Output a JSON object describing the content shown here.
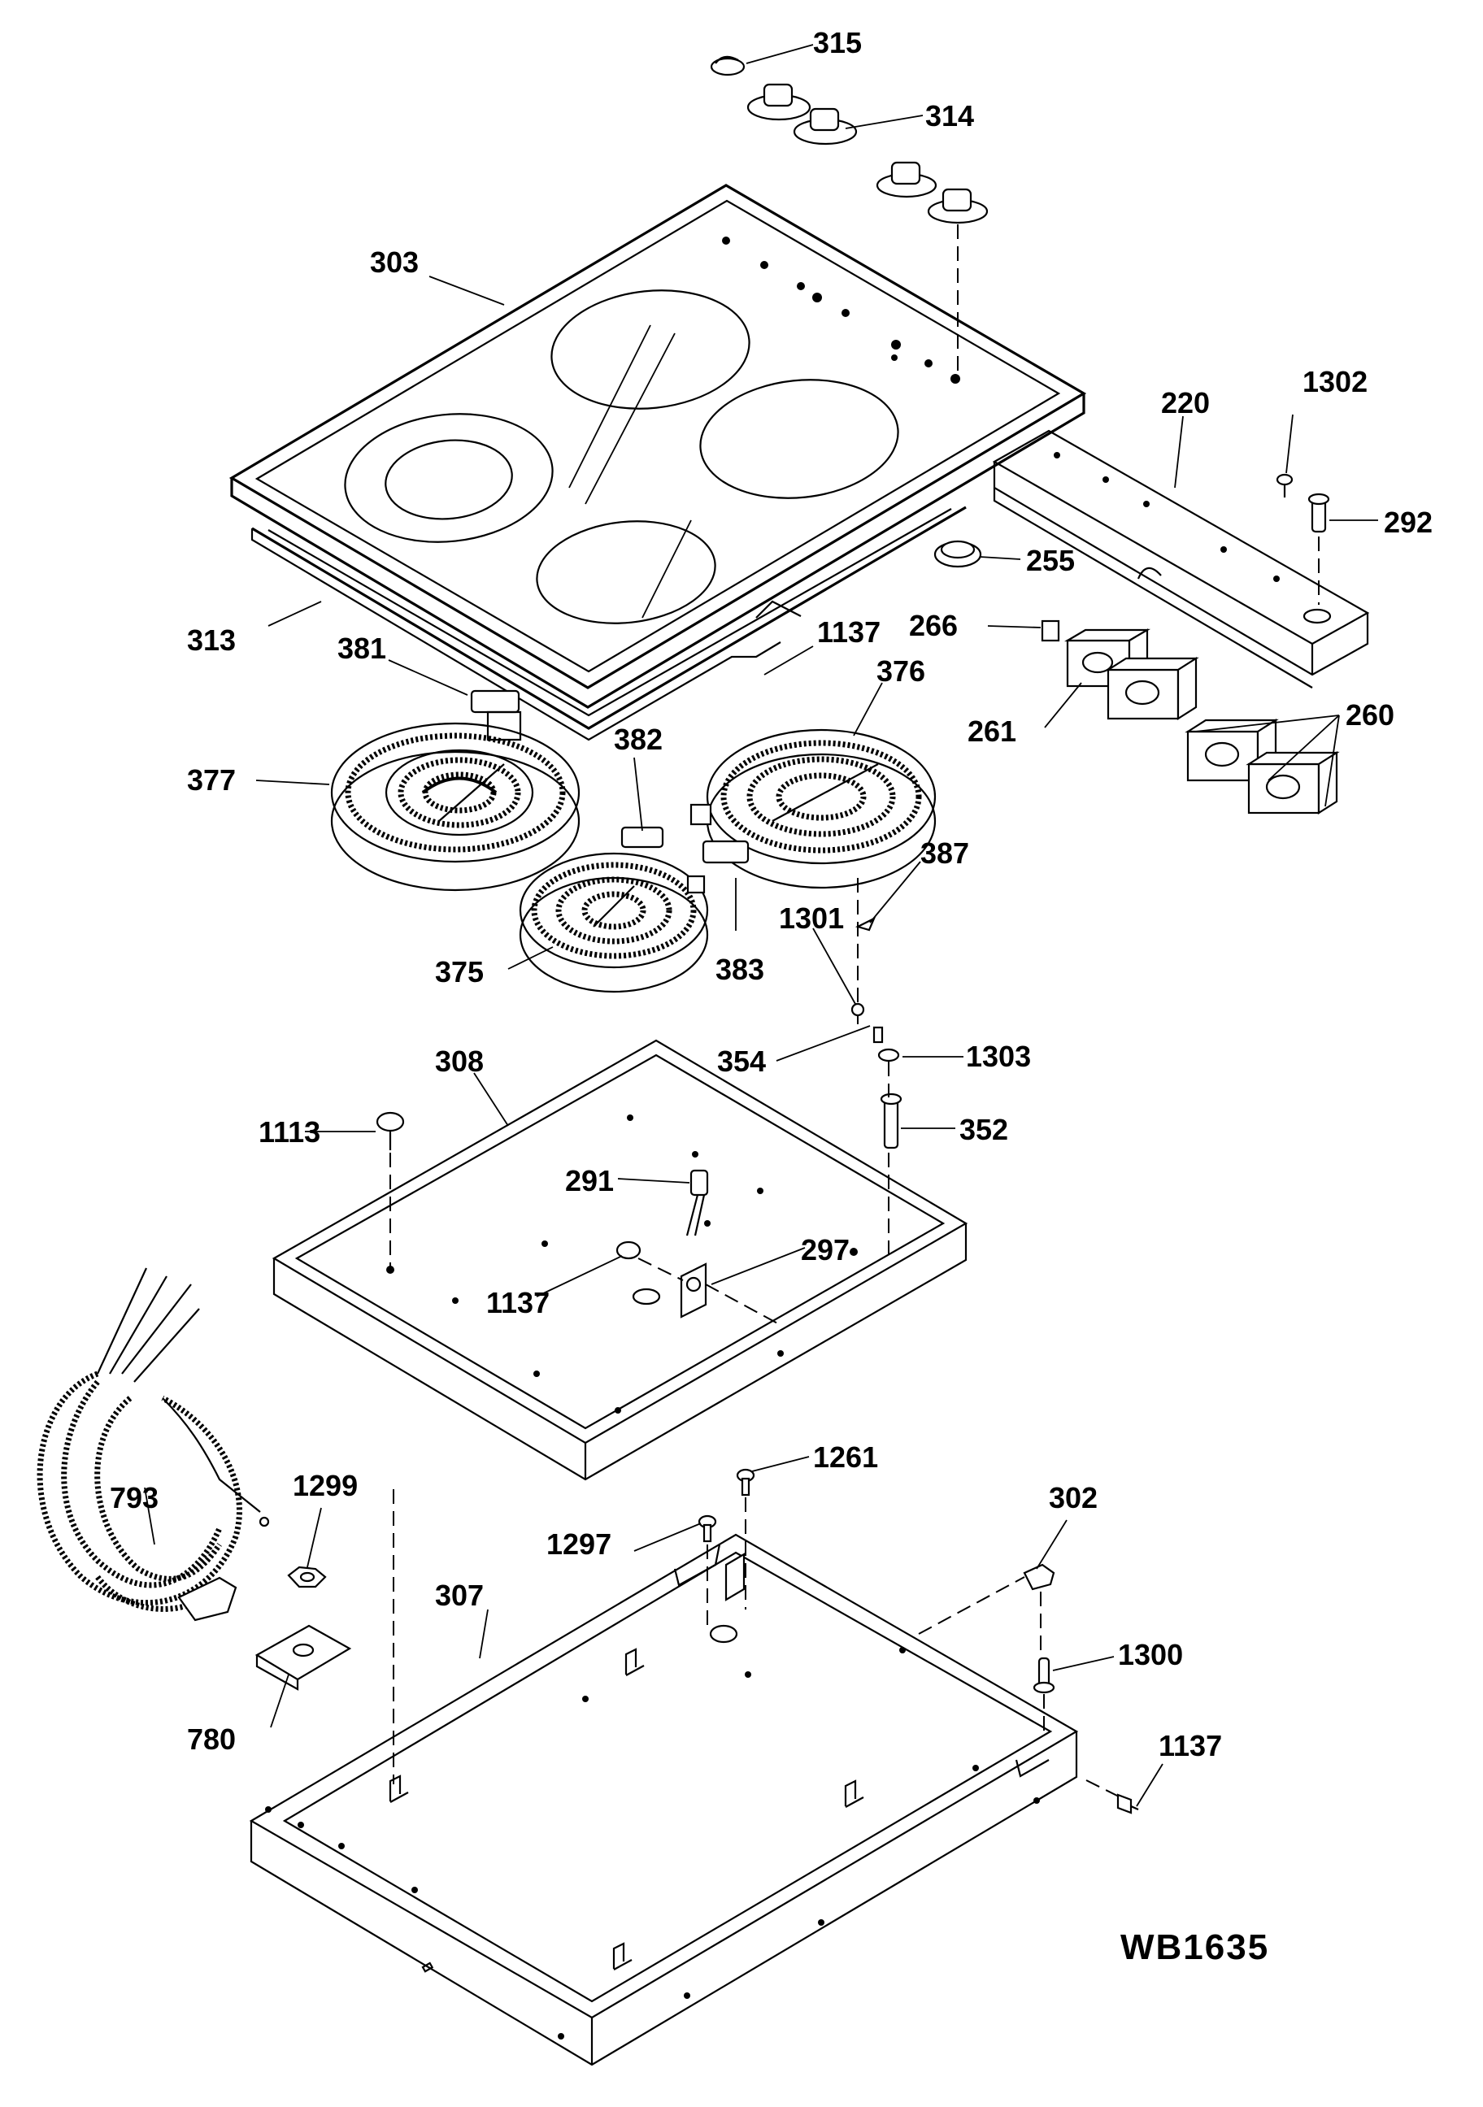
{
  "diagram": {
    "code": "WB1635",
    "labels": [
      {
        "id": "315",
        "text": "315"
      },
      {
        "id": "314",
        "text": "314"
      },
      {
        "id": "303",
        "text": "303"
      },
      {
        "id": "1302",
        "text": "1302"
      },
      {
        "id": "220",
        "text": "220"
      },
      {
        "id": "292",
        "text": "292"
      },
      {
        "id": "255",
        "text": "255"
      },
      {
        "id": "1137a",
        "text": "1137"
      },
      {
        "id": "313",
        "text": "313"
      },
      {
        "id": "381",
        "text": "381"
      },
      {
        "id": "266",
        "text": "266"
      },
      {
        "id": "376",
        "text": "376"
      },
      {
        "id": "261",
        "text": "261"
      },
      {
        "id": "260",
        "text": "260"
      },
      {
        "id": "382",
        "text": "382"
      },
      {
        "id": "377",
        "text": "377"
      },
      {
        "id": "387",
        "text": "387"
      },
      {
        "id": "1301",
        "text": "1301"
      },
      {
        "id": "375",
        "text": "375"
      },
      {
        "id": "383",
        "text": "383"
      },
      {
        "id": "308",
        "text": "308"
      },
      {
        "id": "354",
        "text": "354"
      },
      {
        "id": "1303",
        "text": "1303"
      },
      {
        "id": "1113",
        "text": "1113"
      },
      {
        "id": "352",
        "text": "352"
      },
      {
        "id": "291",
        "text": "291"
      },
      {
        "id": "297",
        "text": "297"
      },
      {
        "id": "1137b",
        "text": "1137"
      },
      {
        "id": "1261",
        "text": "1261"
      },
      {
        "id": "1299",
        "text": "1299"
      },
      {
        "id": "302",
        "text": "302"
      },
      {
        "id": "793",
        "text": "793"
      },
      {
        "id": "1297",
        "text": "1297"
      },
      {
        "id": "307",
        "text": "307"
      },
      {
        "id": "1300",
        "text": "1300"
      },
      {
        "id": "780",
        "text": "780"
      },
      {
        "id": "1137c",
        "text": "1137"
      }
    ]
  }
}
